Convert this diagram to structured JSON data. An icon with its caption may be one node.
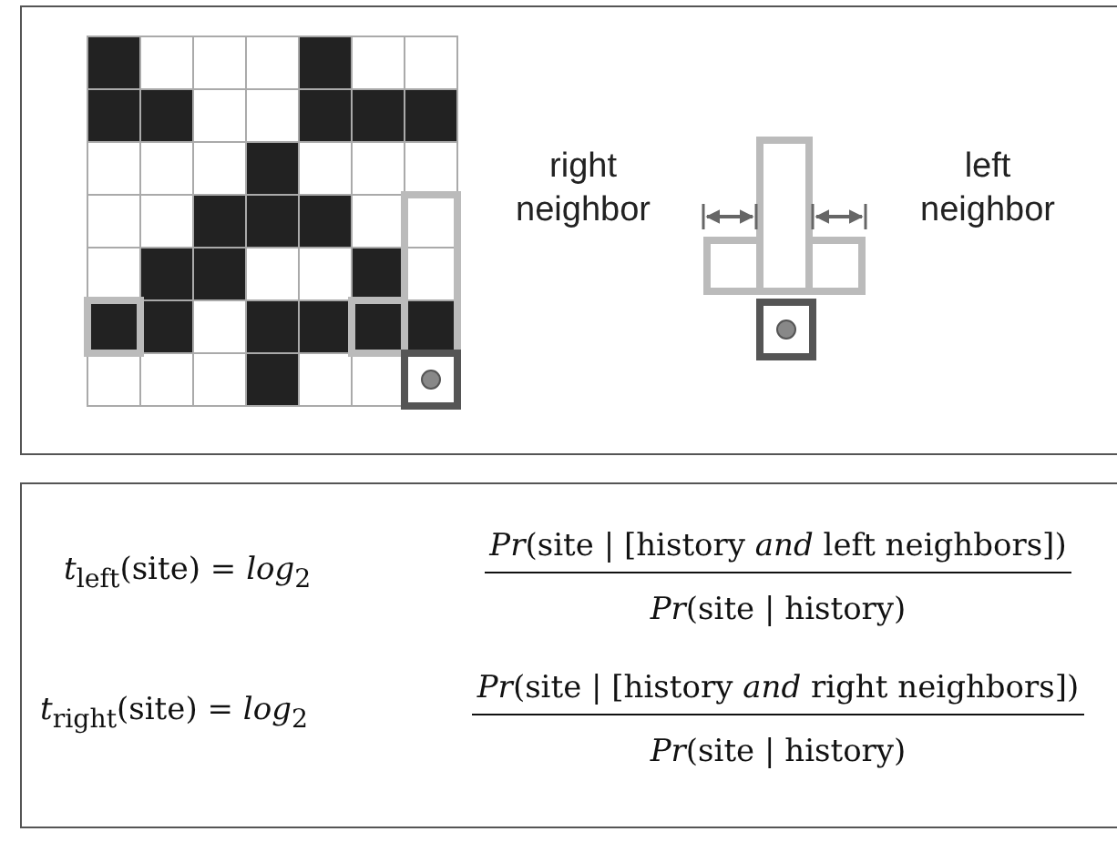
{
  "diagram": {
    "labels": [
      "right neighbor",
      "left neighbor",
      "*t*$_{left}$(site) = *log*$_{2}$",
      "*Pr*(site | [history *and* left neighbors])",
      "*Pr*(site | history)",
      "*t*$_{right}$(site) = *log*$_{2}$",
      "*Pr*(site | [history *and* right neighbors])",
      "*Pr*(site | history)"
    ]
  }
}
